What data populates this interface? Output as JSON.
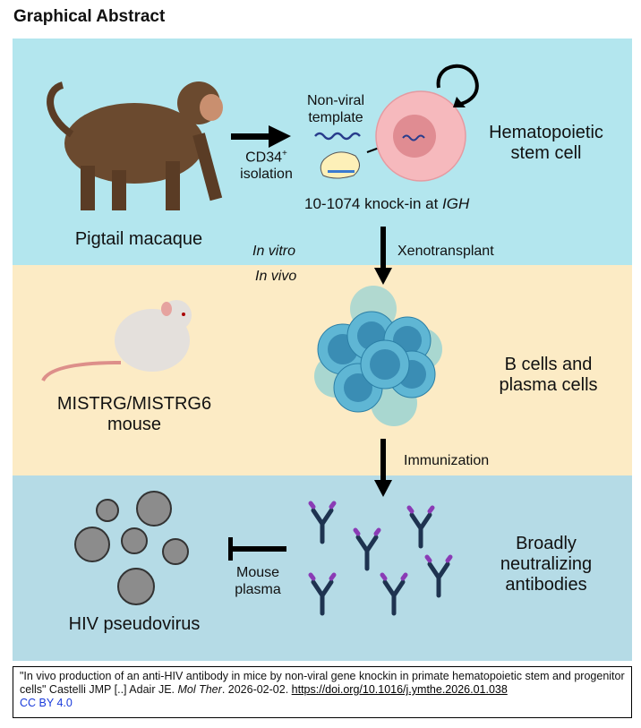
{
  "title": "Graphical Abstract",
  "panels": {
    "in_vitro": {
      "organism": "Pigtail macaque",
      "step": "CD34",
      "step_sup": "+",
      "step2": "isolation",
      "template_line1": "Non-viral",
      "template_line2": "template",
      "knockin": "10-1074 knock-in at ",
      "knockin_gene": "IGH",
      "cell_line1": "Hematopoietic",
      "cell_line2": "stem cell",
      "context": "In vitro"
    },
    "in_vivo": {
      "context": "In vivo",
      "transition": "Xenotransplant",
      "organism_line1": "MISTRG/MISTRG6",
      "organism_line2": "mouse",
      "cells_line1": "B cells and",
      "cells_line2": "plasma cells",
      "transition2": "Immunization"
    },
    "outcome": {
      "virus": "HIV pseudovirus",
      "inhibitor_line1": "Mouse",
      "inhibitor_line2": "plasma",
      "antibodies_line1": "Broadly",
      "antibodies_line2": "neutralizing",
      "antibodies_line3": "antibodies"
    }
  },
  "citation": {
    "text": "\"In vivo production of an anti-HIV antibody in mice by non-viral gene knockin in primate hematopoietic stem and progenitor cells\" Castelli JMP [..] Adair JE. ",
    "journal": "Mol Ther",
    "date": ". 2026-02-02. ",
    "doi": "https://doi.org/10.1016/j.ymthe.2026.01.038",
    "license": "CC BY 4.0"
  },
  "colors": {
    "top_band": "#b3e6ee",
    "middle_band": "#fcebc5",
    "bottom_band": "#b5dbe6",
    "stem_cell": "#f6b9bd",
    "b_cell": "#5fb6d4",
    "license_link": "#1a3bdb"
  }
}
